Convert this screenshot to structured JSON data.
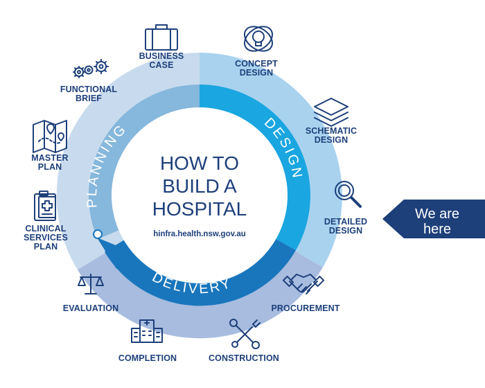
{
  "title_lines": [
    "HOW TO",
    "BUILD A",
    "HOSPITAL"
  ],
  "url": "hinfra.health.nsw.gov.au",
  "phases": {
    "planning": "PLANNING",
    "design": "DESIGN",
    "delivery": "DELIVERY"
  },
  "stages": [
    {
      "id": "business-case",
      "lines": [
        "BUSINESS",
        "CASE"
      ],
      "icon": "briefcase-icon"
    },
    {
      "id": "functional-brief",
      "lines": [
        "FUNCTIONAL",
        "BRIEF"
      ],
      "icon": "gears-icon"
    },
    {
      "id": "master-plan",
      "lines": [
        "MASTER",
        "PLAN"
      ],
      "icon": "map-icon"
    },
    {
      "id": "clinical-services-plan",
      "lines": [
        "CLINICAL",
        "SERVICES",
        "PLAN"
      ],
      "icon": "clipboard-icon"
    },
    {
      "id": "concept-design",
      "lines": [
        "CONCEPT",
        "DESIGN"
      ],
      "icon": "lightbulb-icon"
    },
    {
      "id": "schematic-design",
      "lines": [
        "SCHEMATIC",
        "DESIGN"
      ],
      "icon": "layers-icon"
    },
    {
      "id": "detailed-design",
      "lines": [
        "DETAILED",
        "DESIGN"
      ],
      "icon": "magnifier-icon"
    },
    {
      "id": "procurement",
      "lines": [
        "PROCUREMENT"
      ],
      "icon": "handshake-icon"
    },
    {
      "id": "construction",
      "lines": [
        "CONSTRUCTION"
      ],
      "icon": "tools-icon"
    },
    {
      "id": "completion",
      "lines": [
        "COMPLETION"
      ],
      "icon": "hospital-building-icon"
    },
    {
      "id": "evaluation",
      "lines": [
        "EVALUATION"
      ],
      "icon": "scales-icon"
    }
  ],
  "marker": {
    "lines": [
      "We are",
      "here"
    ],
    "color": "#1d3f7a"
  },
  "colors": {
    "planning_sector": "#c8dbee",
    "design_sector": "#a9d2ef",
    "delivery_sector": "#a7bcdf",
    "planning_ring": "#86b7dc",
    "design_ring": "#1aa6e0",
    "delivery_ring": "#1976bc",
    "dark_blue": "#1d3f7a"
  }
}
